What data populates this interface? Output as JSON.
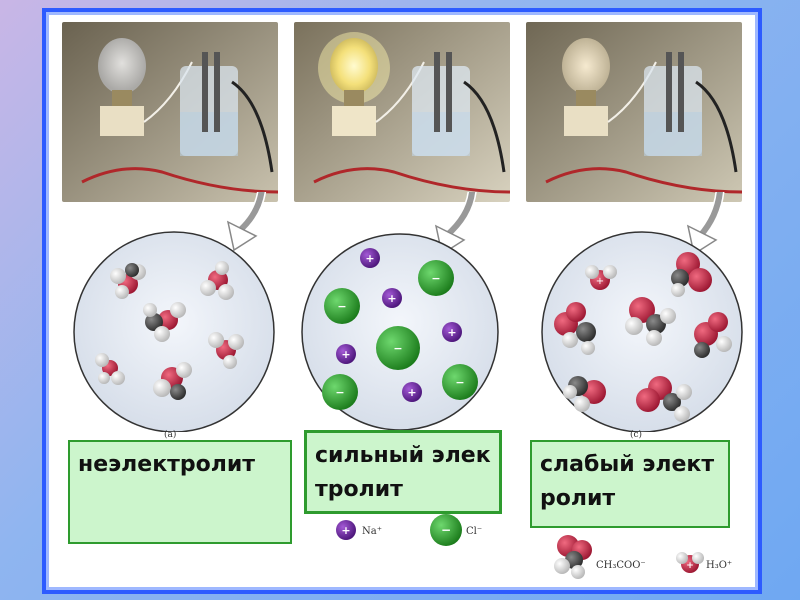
{
  "panels": [
    {
      "id": "a",
      "letter": "(a)",
      "label": "неэлектролит"
    },
    {
      "id": "b",
      "letter": "",
      "label": "сильный электролит",
      "legend": [
        {
          "symbol": "+",
          "text": "Na⁺"
        },
        {
          "symbol": "−",
          "text": "Cl⁻"
        }
      ]
    },
    {
      "id": "c",
      "letter": "(c)",
      "label": "слабый электролит",
      "legend": [
        {
          "text": "CH₃COO⁻"
        },
        {
          "symbol": "+",
          "text": "H₃O⁺"
        }
      ]
    }
  ],
  "colors": {
    "frame": "#2d5bff",
    "label_fill": "#ccf5cc",
    "label_border": "#2e9b2e",
    "sodium_ion": "#6a2a9a",
    "chloride_ion": "#2ea02e",
    "oxygen": "#c0203a",
    "hydrogen": "#e8e8e8",
    "carbon": "#444444"
  }
}
